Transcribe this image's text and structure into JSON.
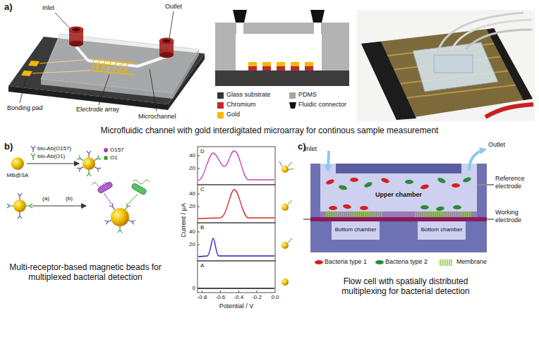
{
  "diagram": {
    "labels": [
      "a)",
      "Inlet",
      "Outlet",
      "Bonding pad",
      "Electrode array",
      "Microchannel",
      "Microfluidic channel with gold interdigitated microarray for continous sample measurement",
      "b)",
      "MB@SA",
      "bio-Ab(O157)",
      "bio-Ab(O1)",
      "O157",
      "O1",
      "(a)",
      "(b)",
      "D",
      "C",
      "B",
      "A",
      "40",
      "20",
      "40",
      "20",
      "40",
      "20",
      "0",
      "-0.8",
      "-0.6",
      "-0.4",
      "-0.2",
      "0.0",
      "Current / μA",
      "Potential / V",
      "Multi-receptor-based magnetic beads for multiplexed bacterial detection",
      "c)",
      "Inlet",
      "Outlet",
      "Reference electrode",
      "Working electrode",
      "Upper chamber",
      "Bottom chamber",
      "Bottom chamber",
      "Flow cell with spatially distributed multiplexing for bacterial detection"
    ],
    "legend": [
      {
        "text": "Glass substrate",
        "color": "#333333"
      },
      {
        "text": "Chromium",
        "color": "#c1272d"
      },
      {
        "text": "Gold",
        "color": "#f5b800"
      },
      {
        "text": "PDMS",
        "color": "#a6a6a6"
      },
      {
        "text": "Fluidic connector"
      },
      {
        "text": "Bacteria type 1"
      },
      {
        "text": "Bacteria type 2"
      },
      {
        "text": "Membrane"
      }
    ]
  }
}
